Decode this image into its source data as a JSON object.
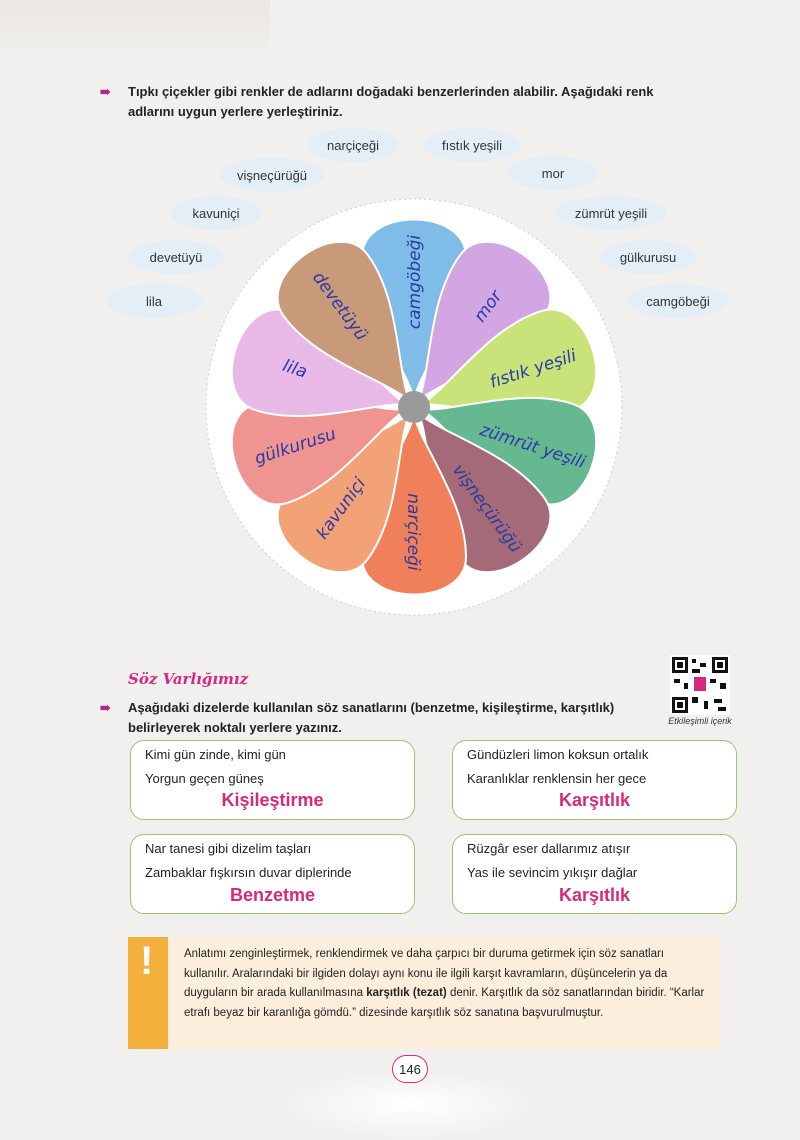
{
  "intro": {
    "line1": "Tıpkı çiçekler gibi renkler de adlarını doğadaki benzerlerinden alabilir. Aşağıdaki renk",
    "line2": "adlarını uygun yerlere yerleştiriniz."
  },
  "color_names": [
    "narçiçeği",
    "fıstık yeşili",
    "vişneçürüğü",
    "mor",
    "kavuniçi",
    "zümrüt yeşili",
    "devetüyü",
    "gülkurusu",
    "lila",
    "camgöbeği"
  ],
  "petals": [
    {
      "label": "camgöbeği",
      "color": "#7fbce8"
    },
    {
      "label": "mor",
      "color": "#d2a6e2"
    },
    {
      "label": "fıstık yeşili",
      "color": "#c9e37a"
    },
    {
      "label": "zümrüt yeşili",
      "color": "#66b891"
    },
    {
      "label": "vişneçürüğü",
      "color": "#a46a78"
    },
    {
      "label": "narçiçeği",
      "color": "#f0805a"
    },
    {
      "label": "kavuniçi",
      "color": "#f3a277"
    },
    {
      "label": "gülkurusu",
      "color": "#ef9490"
    },
    {
      "label": "lila",
      "color": "#e8b8e6"
    },
    {
      "label": "devetüyü",
      "color": "#c99a7a"
    }
  ],
  "section": {
    "title": "Söz Varlığımız",
    "instr1": "Aşağıdaki dizelerde kullanılan söz sanatlarını (benzetme, kişileştirme, karşıtlık)",
    "instr2": "belirleyerek noktalı yerlere yazınız.",
    "qr_label": "Etkileşimli içerik"
  },
  "boxes": [
    {
      "line1": "Kimi gün zinde, kimi gün",
      "line2": "Yorgun geçen güneş",
      "answer": "Kişileştirme"
    },
    {
      "line1": "Gündüzleri limon koksun ortalık",
      "line2": "Karanlıklar renklensin her gece",
      "answer": "Karşıtlık"
    },
    {
      "line1": "Nar tanesi gibi dizelim taşları",
      "line2": "Zambaklar fışkırsın duvar diplerinde",
      "answer": "Benzetme"
    },
    {
      "line1": "Rüzgâr eser dallarımız atışır",
      "line2": "Yas ile sevincim yıkışır dağlar",
      "answer": "Karşıtlık"
    }
  ],
  "note": {
    "p1": "Anlatımı zenginleştirmek, renklendirmek ve daha çarpıcı bir duruma getirmek için söz sanatları kullanılır. Aralarındaki bir ilgiden dolayı aynı konu ile ilgili karşıt kavramların, düşüncelerin ya da duyguların bir arada kullanılmasına",
    "term": "karşıtlık (tezat)",
    "p2": "denir. Karşıtlık da söz sanatlarından biridir. “Karlar etrafı beyaz bir karanlığa gömdü.” dizesinde karşıtlık söz sanatına başvurulmuştur."
  },
  "page_number": "146"
}
